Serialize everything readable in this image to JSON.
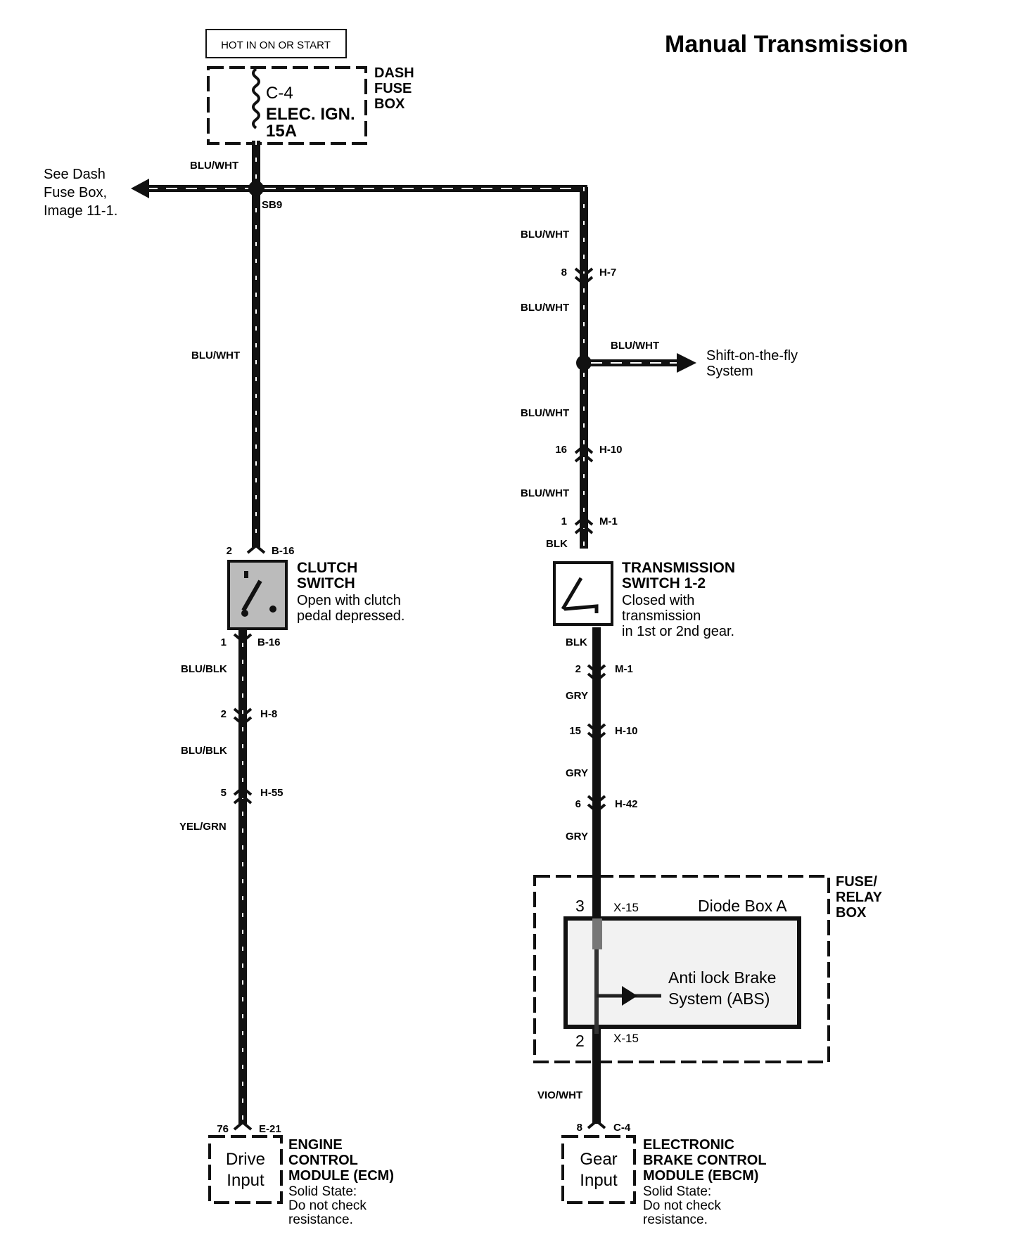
{
  "title": "Manual Transmission",
  "power_label": "HOT IN ON OR START",
  "dash_fuse_box": {
    "fuse_id": "C-4",
    "fuse_name": "ELEC. IGN.",
    "fuse_rating": "15A",
    "label_line1": "DASH",
    "label_line2": "FUSE",
    "label_line3": "BOX"
  },
  "see_ref": {
    "line1": "See Dash",
    "line2": "Fuse Box,",
    "line3": "Image 11-1."
  },
  "splice": "SB9",
  "shift_on_the_fly": {
    "line1": "Shift-on-the-fly",
    "line2": "System"
  },
  "wires": {
    "blu_wht": "BLU/WHT",
    "blu_blk": "BLU/BLK",
    "yel_grn": "YEL/GRN",
    "blk": "BLK",
    "gry": "GRY",
    "vio_wht": "VIO/WHT"
  },
  "left_connectors": [
    {
      "pin": "2",
      "id": "B-16"
    },
    {
      "pin": "1",
      "id": "B-16"
    },
    {
      "pin": "2",
      "id": "H-8"
    },
    {
      "pin": "5",
      "id": "H-55"
    },
    {
      "pin": "76",
      "id": "E-21"
    }
  ],
  "right_connectors": [
    {
      "pin": "8",
      "id": "H-7"
    },
    {
      "pin": "16",
      "id": "H-10"
    },
    {
      "pin": "1",
      "id": "M-1"
    },
    {
      "pin": "2",
      "id": "M-1"
    },
    {
      "pin": "15",
      "id": "H-10"
    },
    {
      "pin": "6",
      "id": "H-42"
    },
    {
      "pin": "3",
      "id": "X-15"
    },
    {
      "pin": "2",
      "id": "X-15"
    },
    {
      "pin": "8",
      "id": "C-4"
    }
  ],
  "clutch_switch": {
    "name1": "CLUTCH",
    "name2": "SWITCH",
    "desc1": "Open with clutch",
    "desc2": "pedal depressed."
  },
  "transmission_switch": {
    "name1": "TRANSMISSION",
    "name2": "SWITCH 1-2",
    "desc1": "Closed with",
    "desc2": "transmission",
    "desc3": "in 1st or 2nd gear."
  },
  "fuse_relay_box": {
    "line1": "FUSE/",
    "line2": "RELAY",
    "line3": "BOX"
  },
  "diode_box": {
    "name": "Diode Box A",
    "abs1": "Anti lock Brake",
    "abs2": "System (ABS)"
  },
  "ecm": {
    "input1": "Drive",
    "input2": "Input",
    "name1": "ENGINE",
    "name2": "CONTROL",
    "name3": "MODULE (ECM)",
    "note1": "Solid State:",
    "note2": "Do not check",
    "note3": "resistance."
  },
  "ebcm": {
    "input1": "Gear",
    "input2": "Input",
    "name1": "ELECTRONIC",
    "name2": "BRAKE CONTROL",
    "name3": "MODULE (EBCM)",
    "note1": "Solid State:",
    "note2": "Do not check",
    "note3": "resistance."
  }
}
